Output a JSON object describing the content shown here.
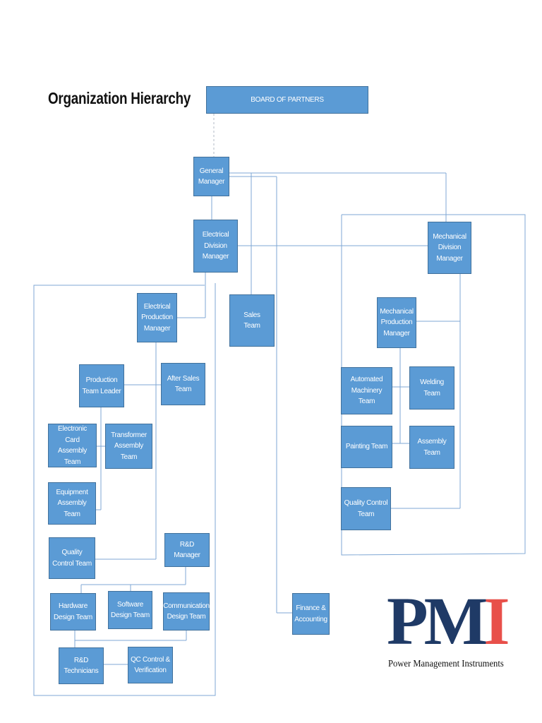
{
  "title": "Organization Hierarchy",
  "colors": {
    "box_fill": "#5b9bd5",
    "box_border": "#41719c",
    "connector": "#7fa7d4",
    "logo_blue": "#1f3a66",
    "logo_red": "#e8504a"
  },
  "nodes": {
    "board": "BOARD OF PARTNERS",
    "general_manager": "General\nManager",
    "electrical_division_manager": "Electrical\nDivision\nManager",
    "mechanical_division_manager": "Mechanical\nDivision\nManager",
    "electrical_production_manager": "Electrical\nProduction\nManager",
    "sales_team": "Sales\nTeam",
    "mechanical_production_manager": "Mechanical\nProduction\nManager",
    "production_team_leader": "Production\nTeam Leader",
    "after_sales_team": "After Sales\nTeam",
    "automated_machinery_team": "Automated\nMachinery Team",
    "welding_team": "Welding Team",
    "electronic_card_assembly_team": "Electronic Card\nAssembly Team",
    "transformer_assembly_team": "Transformer\nAssembly Team",
    "painting_team": "Painting Team",
    "mech_assembly_team": "Assembly\nTeam",
    "equipment_assembly_team": "Equipment\nAssembly Team",
    "mech_quality_control_team": "Quality Control\nTeam",
    "elec_quality_control_team": "Quality\nControl Team",
    "rd_manager": "R&D Manager",
    "hardware_design_team": "Hardware\nDesign Team",
    "software_design_team": "Software\nDesign Team",
    "communication_design_team": "Communication\nDesign Team",
    "finance_accounting": "Finance &\nAccounting",
    "rd_technicians": "R&D\nTechnicians",
    "qc_control_verification": "QC Control &\nVerification"
  },
  "logo": {
    "letters_pm": "PM",
    "letters_i": "I",
    "tagline": "Power Management Instruments"
  }
}
